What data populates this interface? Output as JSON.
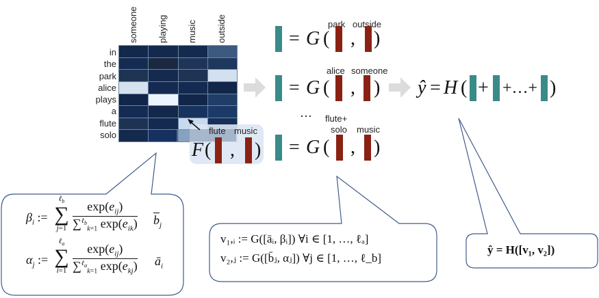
{
  "heatmap": {
    "columns": [
      "someone",
      "playing",
      "music",
      "outside"
    ],
    "rows": [
      "in",
      "the",
      "park",
      "alice",
      "plays",
      "a",
      "flute",
      "solo"
    ],
    "cells": [
      [
        "#13294b",
        "#14294d",
        "#142a4f",
        "#3c5a80"
      ],
      [
        "#142b52",
        "#1a2840",
        "#1e3459",
        "#1e375c"
      ],
      [
        "#1f3352",
        "#142a4f",
        "#1f3354",
        "#d2e0ef"
      ],
      [
        "#d4e1ee",
        "#142a50",
        "#142a50",
        "#12264a"
      ],
      [
        "#12264a",
        "#ecf5fd",
        "#12264a",
        "#1f3d66"
      ],
      [
        "#142c54",
        "#13284b",
        "#17335e",
        "#1b3a68"
      ],
      [
        "#1e3354",
        "#142a50",
        "#c8daef",
        "#16305a"
      ],
      [
        "#13294d",
        "#163060",
        "#8fb0d6",
        "#6d86a3"
      ]
    ]
  },
  "f_expr": {
    "label_a": "flute",
    "label_b": "music",
    "func": "F",
    "open": "(",
    "comma": ",",
    "close": ")"
  },
  "g_rows": [
    {
      "label_a": "park",
      "label_b": "outside"
    },
    {
      "label_a": "alice",
      "label_b": "someone"
    },
    {
      "label_a": "flute+\nsolo",
      "label_b": "music"
    }
  ],
  "g_expr": {
    "eq": "=",
    "func": "G",
    "open": "(",
    "comma": ",",
    "close": ")"
  },
  "ellipsis": "⋯",
  "h_expr": {
    "lhs": "ŷ",
    "eq": "=",
    "func": "H",
    "open": "(",
    "plus": "+",
    "dots": "+…+",
    "close": ")"
  },
  "callouts": {
    "attend": {
      "beta_lhs": "βᵢ :=",
      "beta_sum_top": "ℓ_b",
      "beta_sum_bottom": "j=1",
      "beta_num": "exp(eᵢⱼ)",
      "beta_den": "Σ_{k=1}^{ℓ_b} exp(eᵢₖ)",
      "beta_tail": "b̄ⱼ",
      "alpha_lhs": "αⱼ :=",
      "alpha_sum_top": "ℓ_a",
      "alpha_sum_bottom": "i=1",
      "alpha_num": "exp(eᵢⱼ)",
      "alpha_den": "Σ_{k=1}^{ℓ_a} exp(eₖⱼ)",
      "alpha_tail": "āᵢ"
    },
    "compare": {
      "line1": "v₁,ᵢ := G([āᵢ, βᵢ])   ∀i ∈ [1, …, ℓₐ]",
      "line2": "v₂,ⱼ := G([b̄ⱼ, αⱼ])   ∀j ∈ [1, …, ℓ_b]"
    },
    "aggregate": {
      "line": "ŷ = H([v₁, v₂])"
    }
  },
  "colors": {
    "teal": "#3a8a88",
    "red": "#8a2214",
    "callout_border": "#3f5a8c",
    "arrow": "#dcdcdc"
  }
}
